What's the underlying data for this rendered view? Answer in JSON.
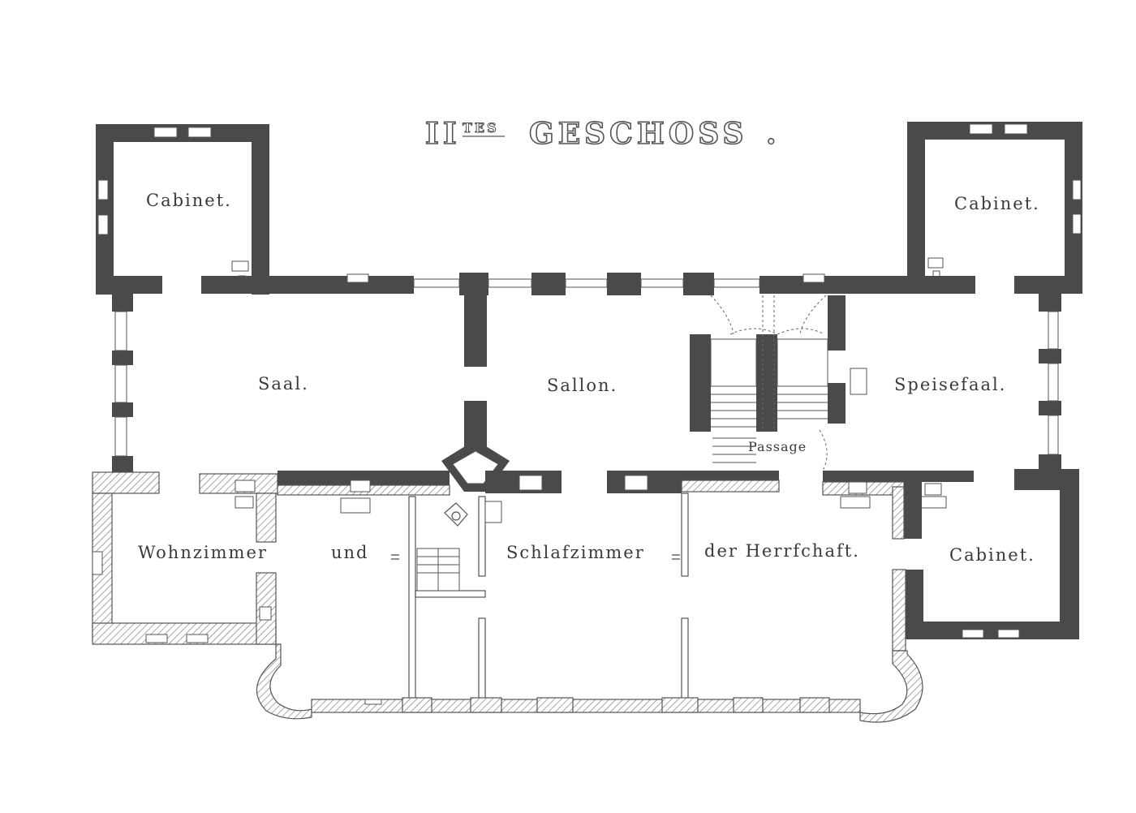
{
  "title": {
    "numeral": "II",
    "superscript": "TES",
    "main": "GESCHOSS",
    "suffix": "."
  },
  "rooms": {
    "cabinet_nw": "Cabinet.",
    "cabinet_ne": "Cabinet.",
    "cabinet_se": "Cabinet.",
    "saal": "Saal.",
    "sallon": "Sallon.",
    "speisesaal": "Speisefaal.",
    "passage": "Passage",
    "caption": {
      "part1": "Wohnzimmer",
      "part2": "und",
      "part3": "Schlafzimmer",
      "part4": "der Herrfchaft."
    }
  }
}
